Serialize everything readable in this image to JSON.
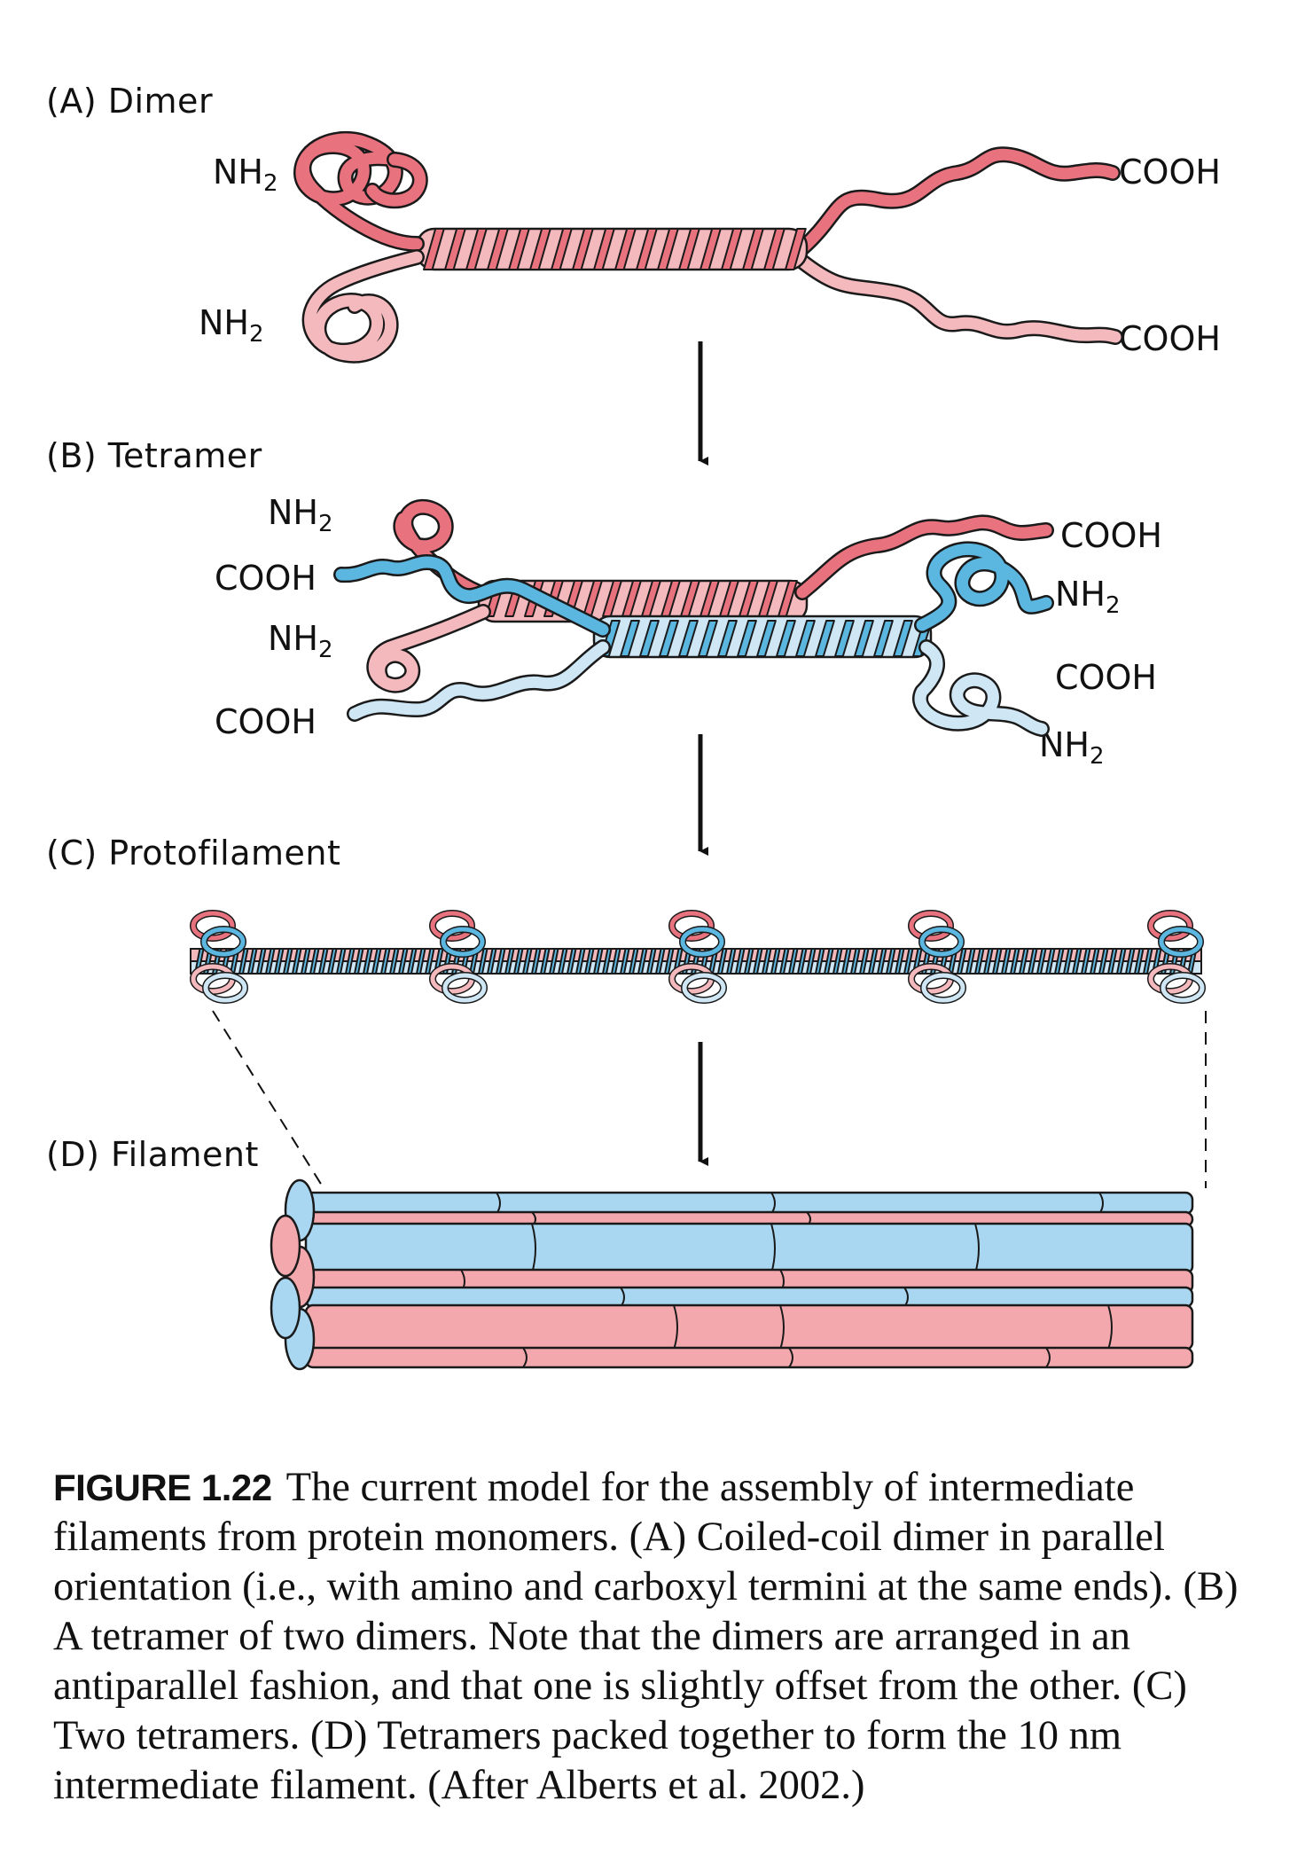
{
  "panels": {
    "A": {
      "label": "(A)  Dimer",
      "termini": [
        "NH2",
        "NH2",
        "COOH",
        "COOH"
      ]
    },
    "B": {
      "label": "(B)  Tetramer",
      "left_termini": [
        "NH2",
        "COOH",
        "NH2",
        "COOH"
      ],
      "right_termini": [
        "COOH",
        "NH2",
        "COOH",
        "NH2"
      ]
    },
    "C": {
      "label": "(C)  Protofilament"
    },
    "D": {
      "label": "(D)  Filament"
    }
  },
  "terminus_text": {
    "nh": "NH",
    "nh_sub": "2",
    "cooh": "COOH"
  },
  "colors": {
    "red": "#e8737f",
    "pink": "#f4b9bd",
    "blue": "#5bb6e0",
    "lightblue": "#cfe6f4",
    "filament_blue": "#a9d6f0",
    "filament_pink": "#f3a8ae",
    "outline": "#1a1a1a"
  },
  "caption": {
    "figure_number": "FIGURE 1.22",
    "text": "The current model for the assembly of intermediate filaments from protein monomers. (A) Coiled-coil dimer in parallel orientation (i.e., with amino and carboxyl termini at the same ends). (B) A tetramer of two dimers. Note that the dimers are arranged in an antiparallel fashion, and that one is slightly offset from the other. (C) Two tetramers. (D) Tetramers packed together to form the 10 nm intermediate filament. (After Alberts et al. 2002.)"
  }
}
